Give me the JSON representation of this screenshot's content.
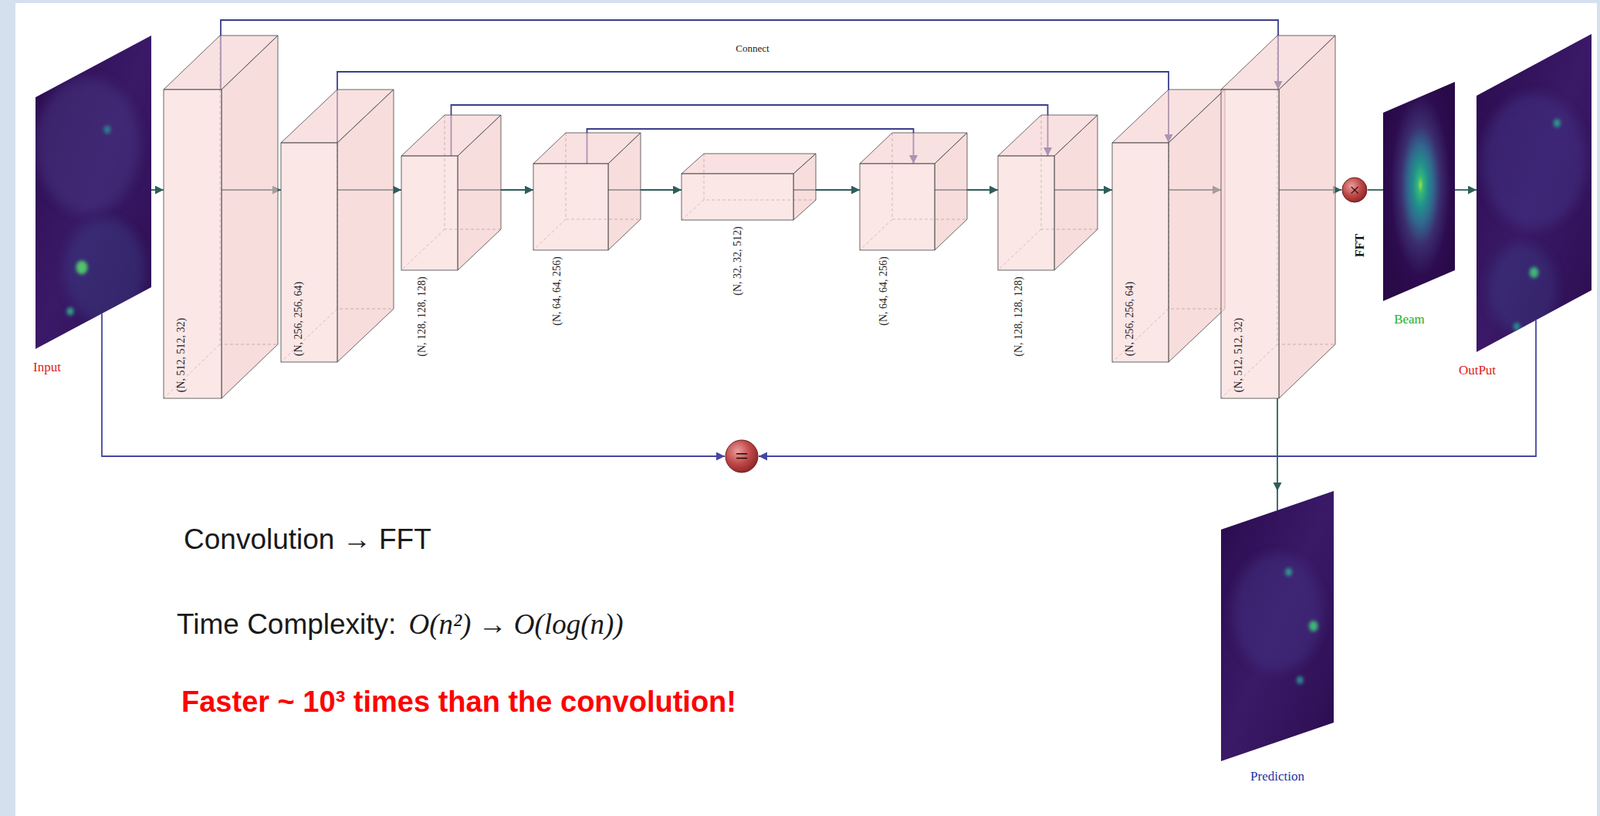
{
  "diagram": {
    "nodes": [
      {
        "text": [
          "Input"
        ]
      },
      {
        "text": [
          "(N, 512, 512, 32)"
        ]
      },
      {
        "text": [
          "(N, 256, 256, 64)"
        ]
      },
      {
        "text": [
          "(N, 128, 128, 128)"
        ]
      },
      {
        "text": [
          "(N, 64, 64, 256)"
        ]
      },
      {
        "text": [
          "(N, 32, 32, 512)"
        ]
      },
      {
        "text": [
          "(N, 64, 64, 256)"
        ]
      },
      {
        "text": [
          "(N, 128, 128, 128)"
        ]
      },
      {
        "text": [
          "(N, 256, 256, 64)"
        ]
      },
      {
        "text": [
          "(N, 512, 512, 32)"
        ]
      },
      {
        "text": [
          "×"
        ]
      },
      {
        "text": [
          "Beam"
        ]
      },
      {
        "text": [
          "OutPut"
        ]
      },
      {
        "text": [
          "="
        ]
      },
      {
        "text": [
          "Prediction"
        ]
      }
    ],
    "edges": [
      {
        "from": 0,
        "to": 1,
        "arrow": "to"
      },
      {
        "from": 1,
        "to": 2,
        "arrow": "to"
      },
      {
        "from": 2,
        "to": 3,
        "arrow": "to"
      },
      {
        "from": 3,
        "to": 4,
        "arrow": "to"
      },
      {
        "from": 4,
        "to": 5,
        "arrow": "to"
      },
      {
        "from": 5,
        "to": 6,
        "arrow": "to"
      },
      {
        "from": 6,
        "to": 7,
        "arrow": "to"
      },
      {
        "from": 7,
        "to": 8,
        "arrow": "to"
      },
      {
        "from": 8,
        "to": 9,
        "arrow": "to"
      },
      {
        "from": 9,
        "to": 10,
        "arrow": "to"
      },
      {
        "from": 10,
        "to": 11,
        "arrow": "none"
      },
      {
        "from": 11,
        "to": 12,
        "arrow": "to"
      },
      {
        "from": 1,
        "to": 9,
        "arrow": "to"
      },
      {
        "from": 2,
        "to": 8,
        "arrow": "to"
      },
      {
        "from": 3,
        "to": 7,
        "arrow": "to"
      },
      {
        "from": 4,
        "to": 6,
        "arrow": "to"
      },
      {
        "from": 0,
        "to": 13,
        "arrow": "to"
      },
      {
        "from": 12,
        "to": 13,
        "arrow": "to"
      },
      {
        "from": 9,
        "to": 14,
        "arrow": "to"
      }
    ],
    "labels": [
      "Connect",
      "FFT",
      "Convolution → FFT",
      "Time Complexity:",
      "O(n²) → O(log(n))",
      "Faster ~ 10³ times than the convolution!"
    ]
  }
}
